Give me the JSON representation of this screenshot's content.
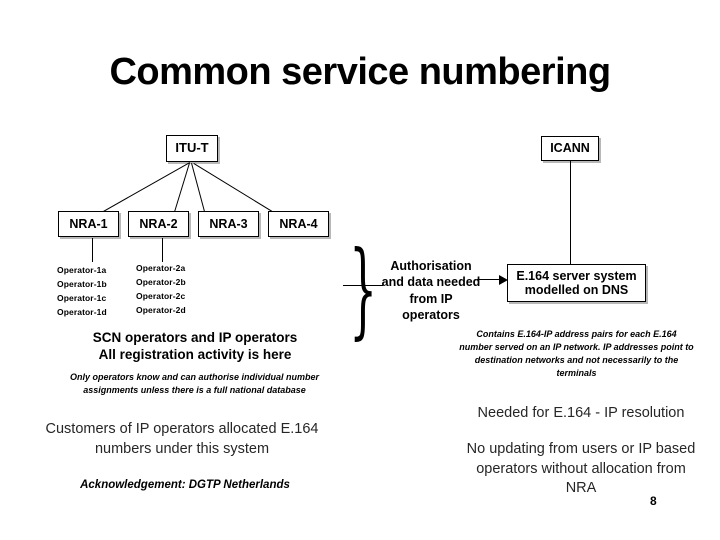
{
  "slide": {
    "title": "Common service numbering",
    "page_number": "8"
  },
  "diagram": {
    "itu_box": "ITU-T",
    "nra_boxes": [
      "NRA-1",
      "NRA-2",
      "NRA-3",
      "NRA-4"
    ],
    "operator_columns": [
      [
        "Operator-1a",
        "Operator-1b",
        "Operator-1c",
        "Operator-1d"
      ],
      [
        "Operator-2a",
        "Operator-2b",
        "Operator-2c",
        "Operator-2d"
      ]
    ],
    "icann_box": "ICANN",
    "authorisation_label": "Authorisation and data needed from IP operators",
    "e164_box": "E.164 server system modelled on DNS"
  },
  "captions": {
    "scn_heading_line1": "SCN operators and IP operators",
    "scn_heading_line2": "All registration activity is here",
    "scn_note": "Only operators know and can authorise individual number assignments unless there is a full national database",
    "e164_note": "Contains E.164-IP address pairs for each E.164 number served on an IP network. IP addresses point to destination networks and not necessarily to the terminals",
    "customers_note": "Customers of IP operators allocated E.164 numbers under this system",
    "acknowledgement": "Acknowledgement: DGTP Netherlands",
    "needed_for": "Needed for E.164 - IP resolution",
    "no_updating": "No updating from users or IP based operators without allocation from NRA"
  },
  "colors": {
    "text": "#000000",
    "box_border": "#000000",
    "box_shadow": "#b8b8b8",
    "background": "#ffffff"
  }
}
